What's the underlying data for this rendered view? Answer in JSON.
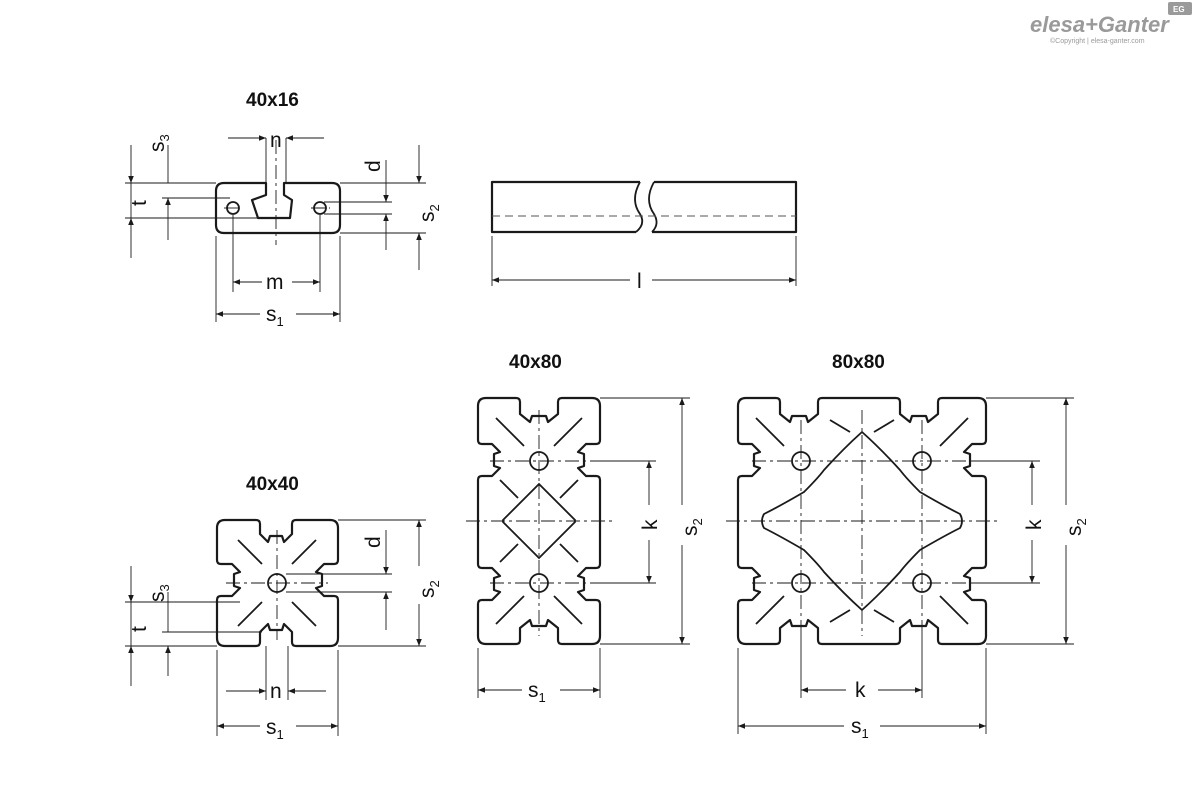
{
  "brand": {
    "logo_text": "elesa+Ganter",
    "badge": "EG",
    "copyright": "©Copyright | elesa-ganter.com"
  },
  "profiles": {
    "p40x16": {
      "title": "40x16"
    },
    "p40x40": {
      "title": "40x40"
    },
    "p40x80": {
      "title": "40x80"
    },
    "p80x80": {
      "title": "80x80"
    }
  },
  "labels": {
    "s": "s",
    "sub1": "1",
    "sub2": "2",
    "sub3": "3",
    "n": "n",
    "m": "m",
    "d": "d",
    "t": "t",
    "k": "k",
    "l": "l"
  },
  "colors": {
    "line": "#1a1a1a",
    "logo": "#9a9a9a",
    "background": "#ffffff"
  }
}
